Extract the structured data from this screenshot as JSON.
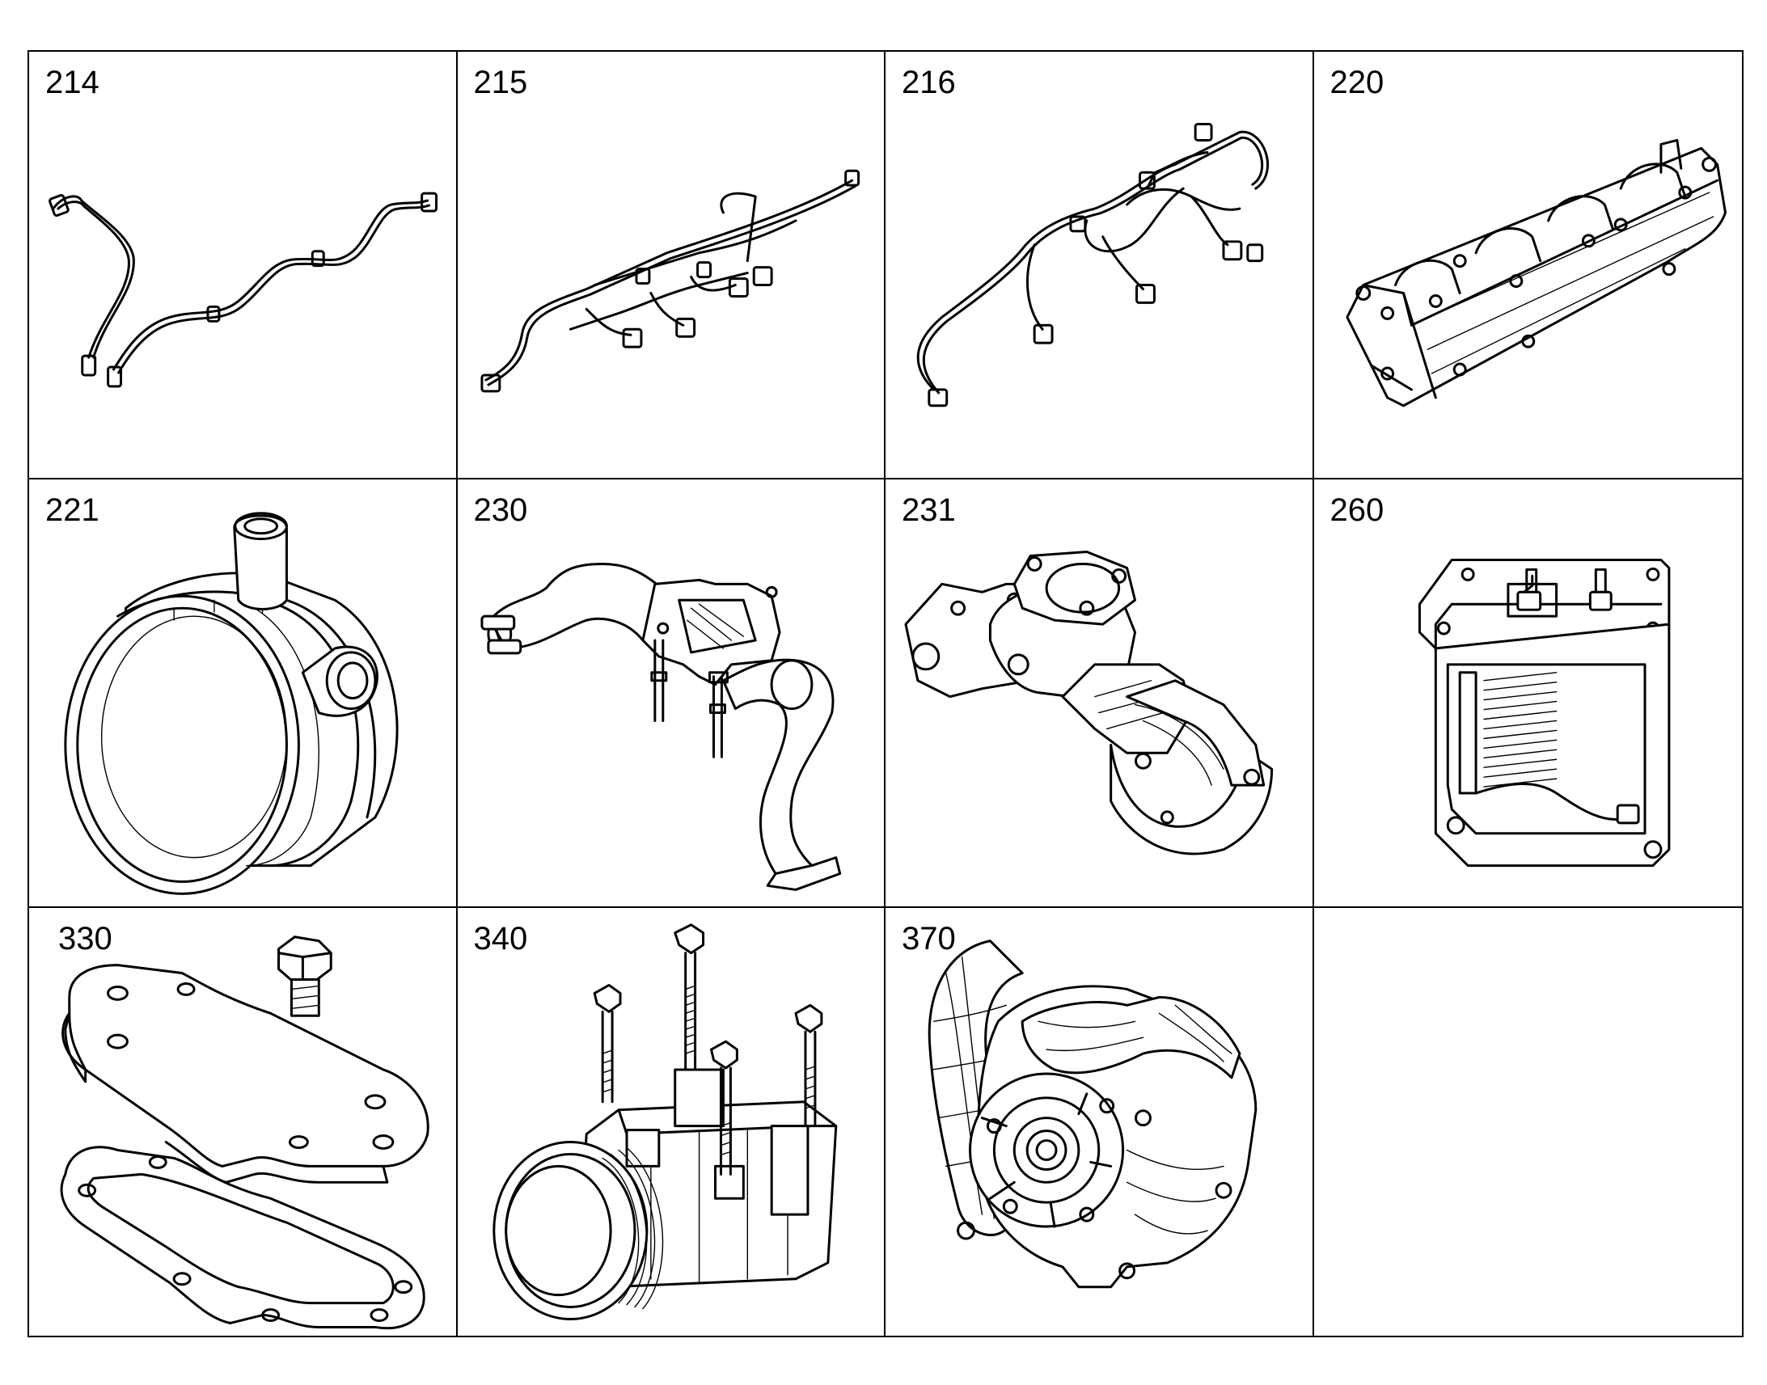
{
  "parts": [
    {
      "number": "214",
      "icon": "fuel-lines-icon"
    },
    {
      "number": "215",
      "icon": "fuel-injection-lines-icon"
    },
    {
      "number": "216",
      "icon": "fuel-injection-lines-alt-icon"
    },
    {
      "number": "220",
      "icon": "valve-cover-icon"
    },
    {
      "number": "221",
      "icon": "turbo-housing-icon"
    },
    {
      "number": "230",
      "icon": "coolant-pipe-assembly-icon"
    },
    {
      "number": "231",
      "icon": "thermostat-housing-icon"
    },
    {
      "number": "260",
      "icon": "oil-cooler-icon"
    },
    {
      "number": "330",
      "icon": "cover-plate-gasket-icon"
    },
    {
      "number": "340",
      "icon": "ac-compressor-icon"
    },
    {
      "number": "370",
      "icon": "water-pump-icon"
    },
    {
      "number": "",
      "icon": ""
    }
  ]
}
